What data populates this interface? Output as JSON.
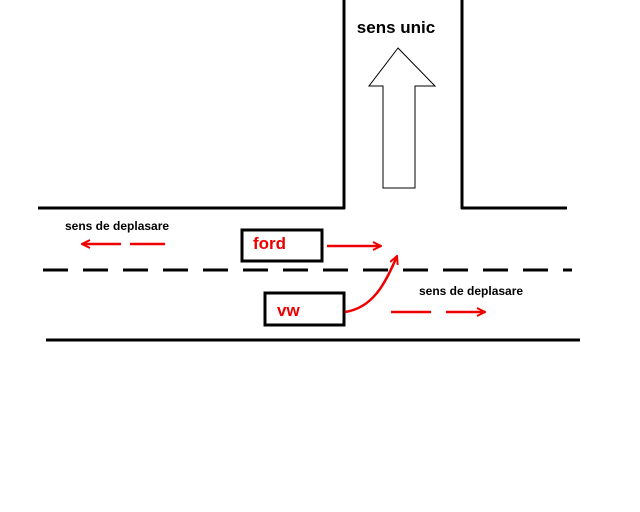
{
  "labels": {
    "one_way": "sens unic",
    "direction_left": "sens de deplasare",
    "direction_right": "sens de deplasare"
  },
  "cars": {
    "ford": "ford",
    "vw": "vw"
  },
  "colors": {
    "line": "#000000",
    "vehicle": "#ee0000"
  }
}
